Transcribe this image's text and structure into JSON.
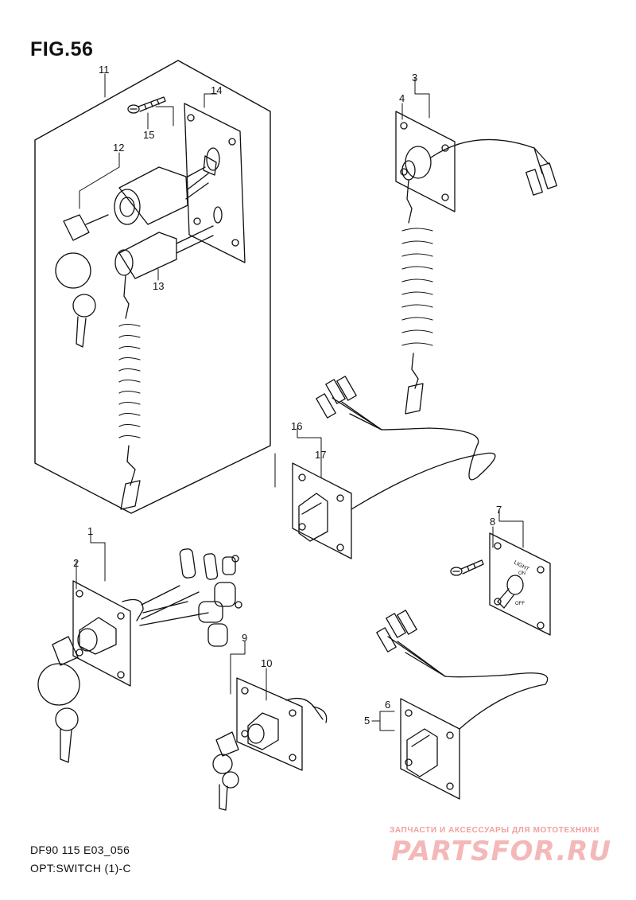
{
  "figure": {
    "title": "FIG.56",
    "code": "DF90 115 E03_056",
    "name": "OPT:SWITCH (1)-C"
  },
  "callouts": {
    "c1": "1",
    "c2": "2",
    "c3": "3",
    "c4": "4",
    "c5": "5",
    "c6": "6",
    "c7": "7",
    "c8": "8",
    "c9": "9",
    "c10": "10",
    "c11": "11",
    "c12": "12",
    "c13": "13",
    "c14": "14",
    "c15": "15",
    "c16": "16",
    "c17": "17"
  },
  "switch_labels": {
    "light": "LIGHT",
    "on": "ON",
    "off": "OFF"
  },
  "watermark": {
    "tagline": "ЗАПЧАСТИ И АКСЕССУАРЫ ДЛЯ МОТОТЕХНИКИ",
    "logo": "PARTSFOR.RU"
  }
}
